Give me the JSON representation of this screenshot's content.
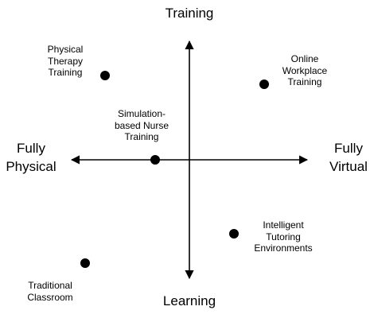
{
  "axes": {
    "top": "Training",
    "bottom": "Learning",
    "left": "Fully\nPhysical",
    "right": "Fully\nVirtual"
  },
  "points": [
    {
      "label": "Physical\nTherapy\nTraining"
    },
    {
      "label": "Online\nWorkplace\nTraining"
    },
    {
      "label": "Simulation-\nbased Nurse\nTraining"
    },
    {
      "label": "Intelligent\nTutoring\nEnvironments"
    },
    {
      "label": "Traditional\nClassroom"
    }
  ]
}
